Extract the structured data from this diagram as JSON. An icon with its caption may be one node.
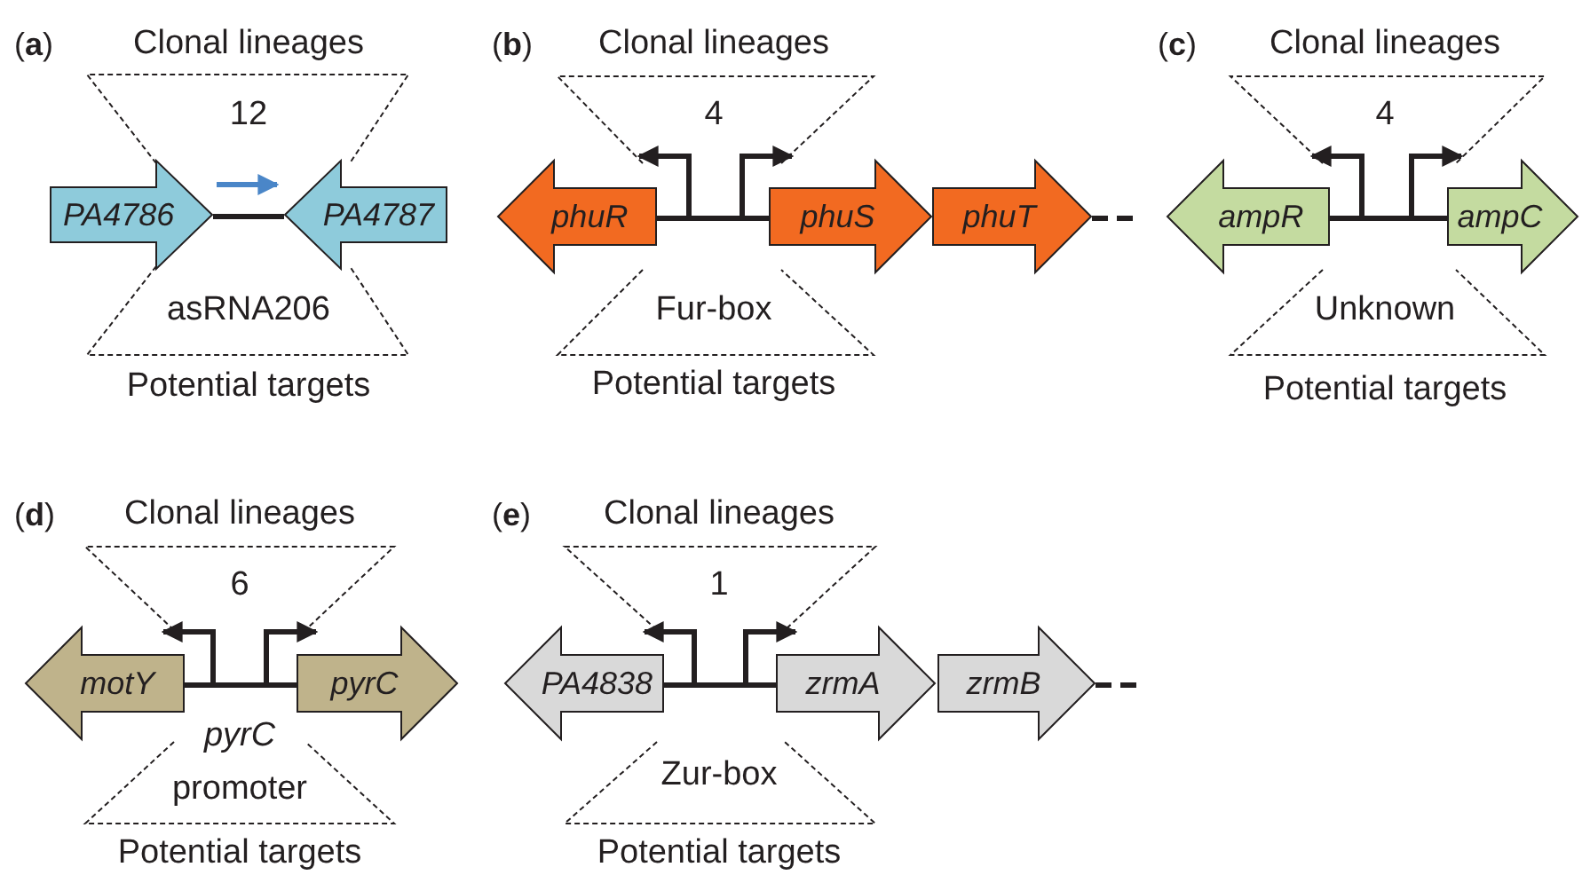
{
  "diagram": {
    "nodes": [
      {
        "text": [
          "PA4786"
        ]
      },
      {
        "text": [
          "PA4787"
        ]
      },
      {
        "text": [
          "phuR"
        ]
      },
      {
        "text": [
          "phuS"
        ]
      },
      {
        "text": [
          "phuT"
        ]
      },
      {
        "text": [
          "ampR"
        ]
      },
      {
        "text": [
          "ampC"
        ]
      },
      {
        "text": [
          "motY"
        ]
      },
      {
        "text": [
          "pyrC"
        ]
      },
      {
        "text": [
          "PA4838"
        ]
      },
      {
        "text": [
          "zrmA"
        ]
      },
      {
        "text": [
          "zrmB"
        ]
      }
    ],
    "edges": [
      {
        "from": 0,
        "to": 1,
        "arrow": "none"
      },
      {
        "from": 2,
        "to": 3,
        "arrow": "none"
      },
      {
        "from": 4,
        "to": null,
        "arrow": "none",
        "style": "dashed"
      },
      {
        "from": 5,
        "to": 6,
        "arrow": "none"
      },
      {
        "from": 7,
        "to": 8,
        "arrow": "none"
      },
      {
        "from": 9,
        "to": 10,
        "arrow": "none"
      },
      {
        "from": 11,
        "to": null,
        "arrow": "none",
        "style": "dashed"
      }
    ],
    "labels": [
      "(**a**)",
      "Clonal lineages",
      "12",
      "asRNA206",
      "Potential targets",
      "(**b**)",
      "Clonal lineages",
      "4",
      "Fur-box",
      "Potential targets",
      "(**c**)",
      "Clonal lineages",
      "4",
      "Unknown",
      "Potential targets",
      "(**d**)",
      "Clonal lineages",
      "6",
      "*pyrC* promoter",
      "Potential targets",
      "(**e**)",
      "Clonal lineages",
      "1",
      "Zur-box",
      "Potential targets"
    ]
  }
}
